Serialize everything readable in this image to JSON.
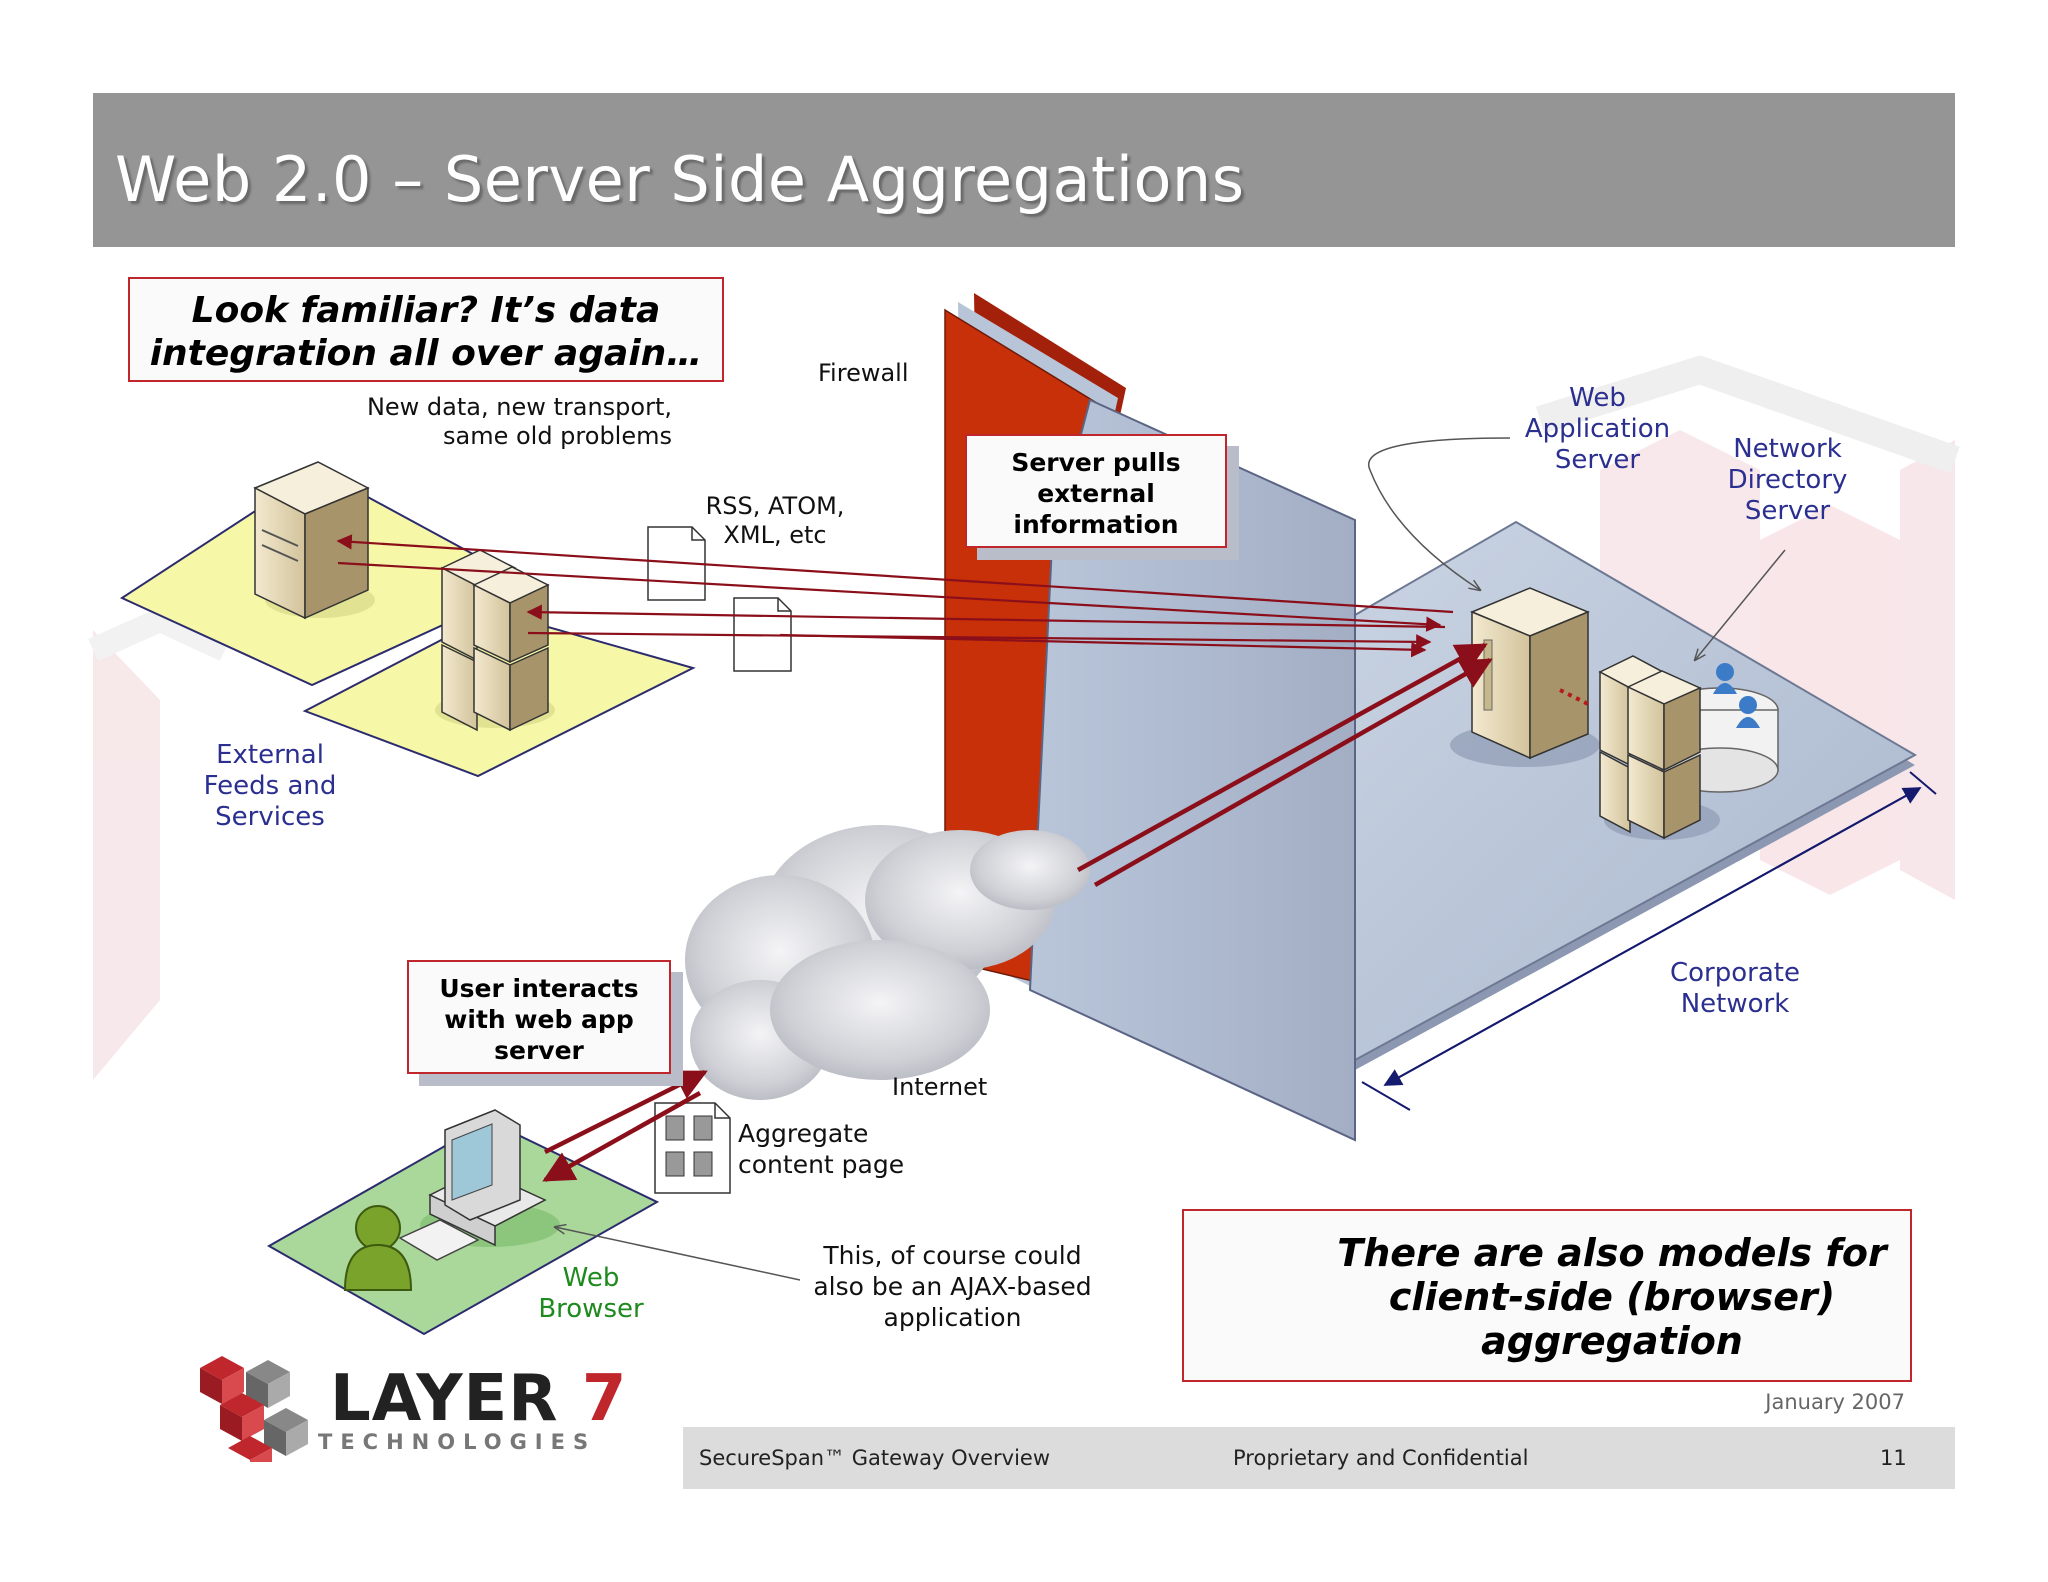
{
  "slide": {
    "title": "Web 2.0 – Server Side Aggregations",
    "date": "January 2007",
    "footer": {
      "left": "SecureSpan™ Gateway Overview",
      "center": "Proprietary and Confidential",
      "page": "11"
    },
    "logo": {
      "word": "LAYER",
      "number": "7",
      "sub": "TECHNOLOGIES"
    }
  },
  "callouts": {
    "familiar": [
      "Look familiar? It’s data",
      "integration all over again…"
    ],
    "server_pulls": [
      "Server pulls",
      "external",
      "information"
    ],
    "user_interacts": [
      "User interacts",
      "with web app",
      "server"
    ],
    "client_side": [
      "There are also models for",
      "client-side (browser)",
      "aggregation"
    ]
  },
  "labels": {
    "new_data": [
      "New data, new transport,",
      "same old problems"
    ],
    "firewall": "Firewall",
    "rss": [
      "RSS, ATOM,",
      "XML, etc"
    ],
    "web_app_server": [
      "Web",
      "Application",
      "Server"
    ],
    "network_directory": [
      "Network",
      "Directory",
      "Server"
    ],
    "external_feeds": [
      "External",
      "Feeds and",
      "Services"
    ],
    "corporate_network": [
      "Corporate",
      "Network"
    ],
    "internet": "Internet",
    "aggregate_page": [
      "Aggregate",
      "content page"
    ],
    "web_browser": [
      "Web",
      "Browser"
    ],
    "ajax_note": [
      "This, of course could",
      "also be an AJAX-based",
      "application"
    ]
  },
  "colors": {
    "title_bar": "#959595",
    "arrow_red": "#8b0f1a",
    "firewall_red": "#c8300a",
    "label_blue": "#2b2f8f",
    "callout_border": "#c0272d",
    "corporate_plane": "#b4c2d6",
    "feed_plane": "#f7f7a8",
    "browser_plane": "#a9d89a"
  }
}
